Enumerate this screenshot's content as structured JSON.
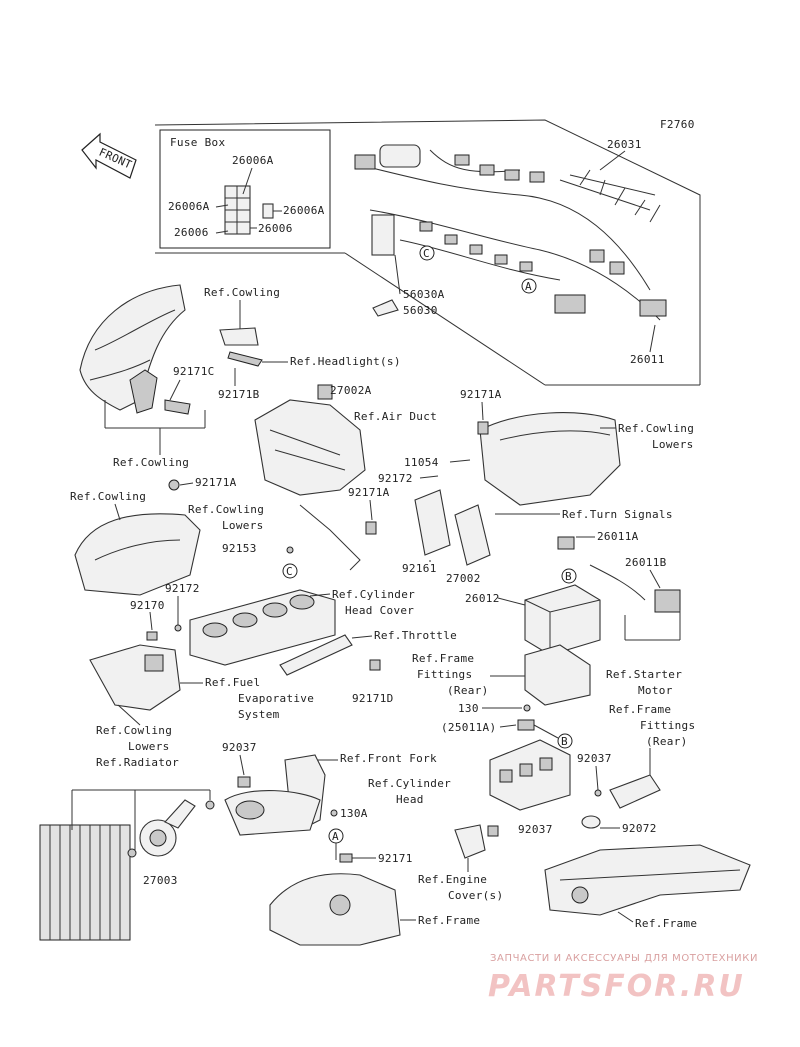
{
  "figure_code": "F2760",
  "front_arrow": "FRONT",
  "fuse_box": {
    "title": "Fuse Box",
    "parts": [
      "26006A",
      "26006A",
      "26006A",
      "26006",
      "26006"
    ]
  },
  "labels": {
    "p26031": "26031",
    "p26011": "26011",
    "p56030A": "56030A",
    "p56030": "56030",
    "ref_cowling_1": "Ref.Cowling",
    "ref_headlight": "Ref.Headlight(s)",
    "p92171C": "92171C",
    "p92171B": "92171B",
    "p27002A": "27002A",
    "ref_air_duct": "Ref.Air Duct",
    "p92171A_1": "92171A",
    "ref_cowling_lowers_1": "Ref.Cowling",
    "ref_cowling_lowers_1b": "Lowers",
    "ref_cowling_2": "Ref.Cowling",
    "p11054": "11054",
    "p92172_1": "92172",
    "p92171A_2": "92171A",
    "ref_cowling_3": "Ref.Cowling",
    "ref_cowling_lowers_2": "Ref.Cowling",
    "ref_cowling_lowers_2b": "Lowers",
    "p92171A_3": "92171A",
    "ref_turn_signals": "Ref.Turn Signals",
    "p26011A": "26011A",
    "p92153": "92153",
    "p92161": "92161",
    "p27002": "27002",
    "p26011B": "26011B",
    "ref_cyl_head_cover": "Ref.Cylinder",
    "ref_cyl_head_cover_b": "Head Cover",
    "p92172_2": "92172",
    "p26012": "26012",
    "p92170": "92170",
    "ref_throttle": "Ref.Throttle",
    "ref_frame_fittings_1": "Ref.Frame",
    "ref_frame_fittings_1b": "Fittings",
    "ref_frame_fittings_1c": "(Rear)",
    "ref_starter_motor": "Ref.Starter",
    "ref_starter_motor_b": "Motor",
    "ref_fuel_evap": "Ref.Fuel",
    "ref_fuel_evap_b": "Evaporative",
    "ref_fuel_evap_c": "System",
    "p92171D": "92171D",
    "p130": "130",
    "p25011A": "(25011A)",
    "ref_frame_fittings_2": "Ref.Frame",
    "ref_frame_fittings_2b": "Fittings",
    "ref_frame_fittings_2c": "(Rear)",
    "ref_cowling_lowers_3": "Ref.Cowling",
    "ref_cowling_lowers_3b": "Lowers",
    "ref_radiator": "Ref.Radiator",
    "p92037_1": "92037",
    "ref_front_fork": "Ref.Front Fork",
    "ref_cyl_head": "Ref.Cylinder",
    "ref_cyl_head_b": "Head",
    "p92037_2": "92037",
    "p130A": "130A",
    "p92037_3": "92037",
    "p92072": "92072",
    "p27003": "27003",
    "p92171": "92171",
    "ref_engine_cover": "Ref.Engine",
    "ref_engine_cover_b": "Cover(s)",
    "ref_frame_1": "Ref.Frame",
    "ref_frame_2": "Ref.Frame"
  },
  "callouts": [
    "C",
    "A",
    "C",
    "B",
    "B",
    "A"
  ],
  "watermark": {
    "top": "ЗАПЧАСТИ И АКСЕССУАРЫ ДЛЯ МОТОТЕХНИКИ",
    "brand": "PARTSFOR.RU"
  }
}
